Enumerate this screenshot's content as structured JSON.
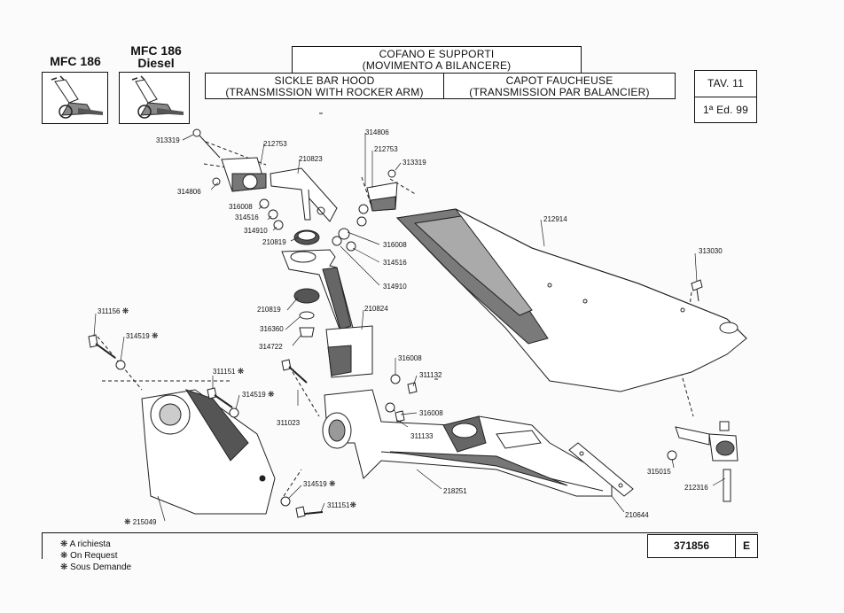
{
  "header": {
    "model_1": "MFC 186",
    "model_2_line1": "MFC 186",
    "model_2_line2": "Diesel",
    "title_it_line1": "COFANO E SUPPORTI",
    "title_it_line2": "(MOVIMENTO A BILANCERE)",
    "title_en_line1": "SICKLE BAR HOOD",
    "title_en_line2": "(TRANSMISSION WITH ROCKER ARM)",
    "title_fr_line1": "CAPOT FAUCHEUSE",
    "title_fr_line2": "(TRANSMISSION PAR BALANCIER)",
    "table": "TAV. 11",
    "edition": "1ª Ed. 99"
  },
  "parts": [
    {
      "id": "313319"
    },
    {
      "id": "212753"
    },
    {
      "id": "210823"
    },
    {
      "id": "314806"
    },
    {
      "id": "316008"
    },
    {
      "id": "314516"
    },
    {
      "id": "314910"
    },
    {
      "id": "210819"
    },
    {
      "id": "314806"
    },
    {
      "id": "212753"
    },
    {
      "id": "313319"
    },
    {
      "id": "316008"
    },
    {
      "id": "314516"
    },
    {
      "id": "314910"
    },
    {
      "id": "212914"
    },
    {
      "id": "313030"
    },
    {
      "id": "311156",
      "star": "❋"
    },
    {
      "id": "314519",
      "star": "❋"
    },
    {
      "id": "210819"
    },
    {
      "id": "316360"
    },
    {
      "id": "314722"
    },
    {
      "id": "210824"
    },
    {
      "id": "316008"
    },
    {
      "id": "311132"
    },
    {
      "id": "311151",
      "star": "❋"
    },
    {
      "id": "314519",
      "star": "❋"
    },
    {
      "id": "311023"
    },
    {
      "id": "316008"
    },
    {
      "id": "311133"
    },
    {
      "id": "215049",
      "star": "❋"
    },
    {
      "id": "314519",
      "star": "❋"
    },
    {
      "id": "311151",
      "star": "❋"
    },
    {
      "id": "218251"
    },
    {
      "id": "210644"
    },
    {
      "id": "315015"
    },
    {
      "id": "212316"
    }
  ],
  "footer": {
    "legend": [
      "❋ A richiesta",
      "❋ On Request",
      "❋ Sous Demande"
    ],
    "code": "371856",
    "letter": "E"
  }
}
